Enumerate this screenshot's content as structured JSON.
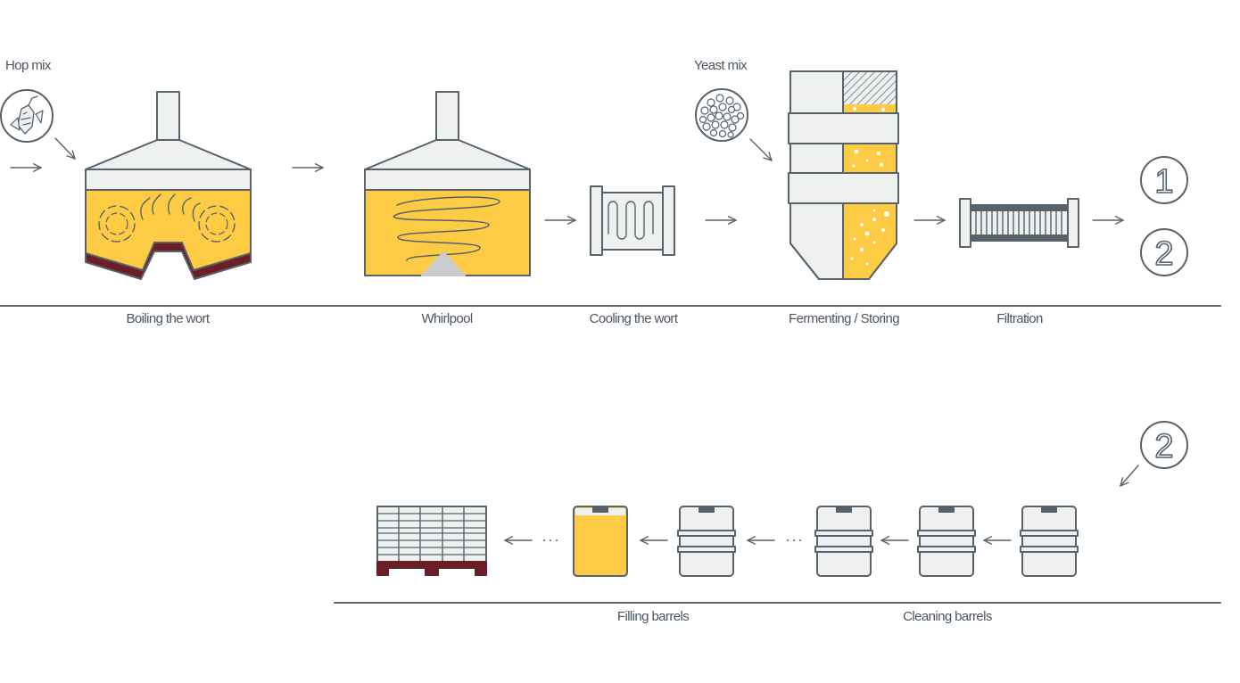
{
  "ingredients": {
    "hop": "Hop mix",
    "yeast": "Yeast mix"
  },
  "stages": {
    "boiling": "Boiling the wort",
    "whirlpool": "Whirlpool",
    "cooling": "Cooling the wort",
    "fermenting": "Fermenting / Storing",
    "filtration": "Filtration",
    "filling": "Filling barrels",
    "cleaning": "Cleaning barrels"
  },
  "outputs": {
    "one": "1",
    "two": "2",
    "two_again": "2"
  },
  "colors": {
    "stroke": "#57626b",
    "beer": "#fecc44",
    "vessel": "#eff0f0",
    "malt": "#6b1e25",
    "grey_fill": "#c9cdd0"
  }
}
